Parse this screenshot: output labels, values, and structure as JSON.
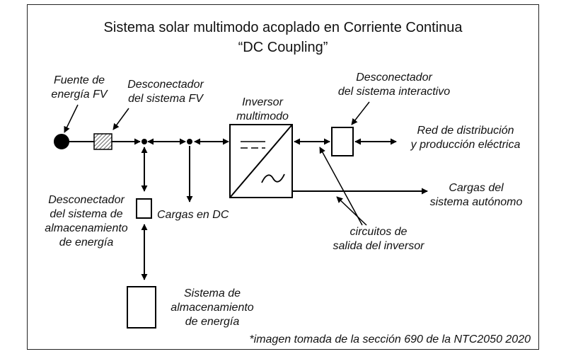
{
  "title": {
    "line1": "Sistema solar multimodo acoplado en Corriente Continua",
    "line2": "“DC Coupling”"
  },
  "labels": {
    "pv_source": [
      "Fuente de",
      "energía FV"
    ],
    "pv_disconnect": [
      "Desconectador",
      "del sistema FV"
    ],
    "inverter": [
      "Inversor",
      "multimodo"
    ],
    "interactive_disconnect": [
      "Desconectador",
      "del sistema interactivo"
    ],
    "grid": [
      "Red de distribución",
      "y producción eléctrica"
    ],
    "storage_disconnect": [
      "Desconectador",
      "del sistema de",
      "almacenamiento",
      "de energía"
    ],
    "dc_loads": "Cargas en DC",
    "standalone_loads": [
      "Cargas del",
      "sistema autónomo"
    ],
    "inverter_circuits": [
      "circuitos de",
      "salida del inversor"
    ],
    "storage": [
      "Sistema de",
      "almacenamiento",
      "de energía"
    ],
    "source_note": "*imagen tomada de la sección 690 de la NTC2050 2020"
  },
  "colors": {
    "line": "#000000",
    "text": "#111111"
  }
}
